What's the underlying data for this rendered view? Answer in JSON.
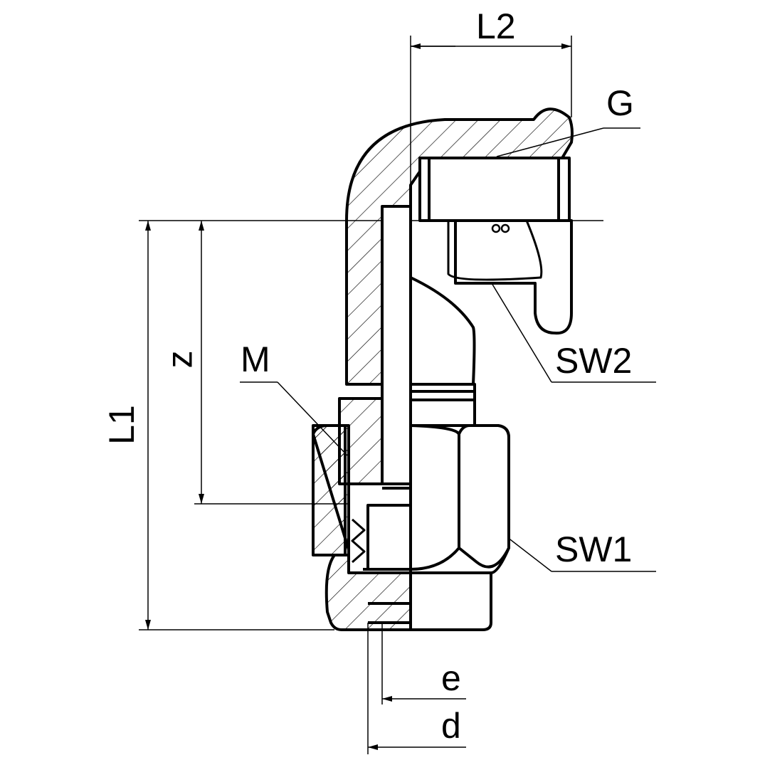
{
  "drawing": {
    "labels": {
      "L2": "L2",
      "G": "G",
      "SW2": "SW2",
      "M": "M",
      "z": "z",
      "L1": "L1",
      "SW1": "SW1",
      "e": "e",
      "d": "d"
    },
    "colors": {
      "line": "#000000",
      "background": "#ffffff"
    }
  }
}
